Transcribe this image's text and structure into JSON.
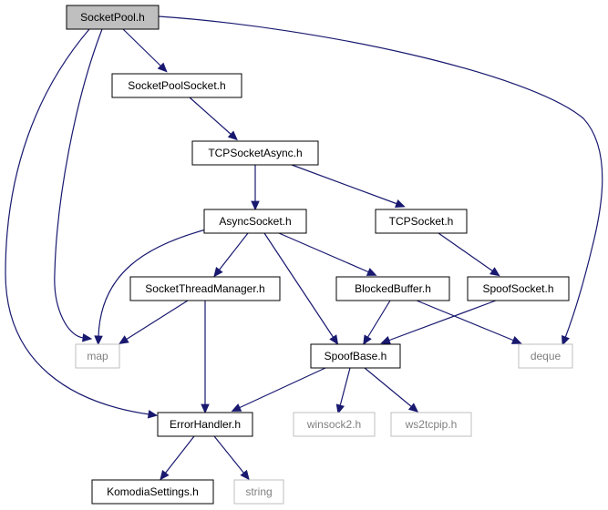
{
  "colors": {
    "edge": "#191970",
    "root_fill": "#bfbfbf",
    "external_border": "#bfbfbf",
    "external_text": "#808080"
  },
  "nodes": {
    "socketpool": "SocketPool.h",
    "socketpoolsocket": "SocketPoolSocket.h",
    "tcpsocketasync": "TCPSocketAsync.h",
    "asyncsocket": "AsyncSocket.h",
    "tcpsocket": "TCPSocket.h",
    "socketthreadmanager": "SocketThreadManager.h",
    "blockedbuffer": "BlockedBuffer.h",
    "spoofsocket": "SpoofSocket.h",
    "map": "map",
    "spoofbase": "SpoofBase.h",
    "deque": "deque",
    "errorhandler": "ErrorHandler.h",
    "winsock2": "winsock2.h",
    "ws2tcpip": "ws2tcpip.h",
    "komodiasettings": "KomodiaSettings.h",
    "string": "string"
  },
  "edges": [
    [
      "socketpool",
      "socketpoolsocket"
    ],
    [
      "socketpool",
      "map"
    ],
    [
      "socketpool",
      "errorhandler"
    ],
    [
      "socketpool",
      "deque"
    ],
    [
      "socketpoolsocket",
      "tcpsocketasync"
    ],
    [
      "tcpsocketasync",
      "asyncsocket"
    ],
    [
      "tcpsocketasync",
      "tcpsocket"
    ],
    [
      "asyncsocket",
      "map"
    ],
    [
      "asyncsocket",
      "socketthreadmanager"
    ],
    [
      "asyncsocket",
      "blockedbuffer"
    ],
    [
      "asyncsocket",
      "spoofbase"
    ],
    [
      "tcpsocket",
      "spoofsocket"
    ],
    [
      "socketthreadmanager",
      "map"
    ],
    [
      "socketthreadmanager",
      "errorhandler"
    ],
    [
      "blockedbuffer",
      "spoofbase"
    ],
    [
      "blockedbuffer",
      "deque"
    ],
    [
      "spoofsocket",
      "spoofbase"
    ],
    [
      "spoofbase",
      "errorhandler"
    ],
    [
      "spoofbase",
      "winsock2"
    ],
    [
      "spoofbase",
      "ws2tcpip"
    ],
    [
      "errorhandler",
      "komodiasettings"
    ],
    [
      "errorhandler",
      "string"
    ]
  ]
}
